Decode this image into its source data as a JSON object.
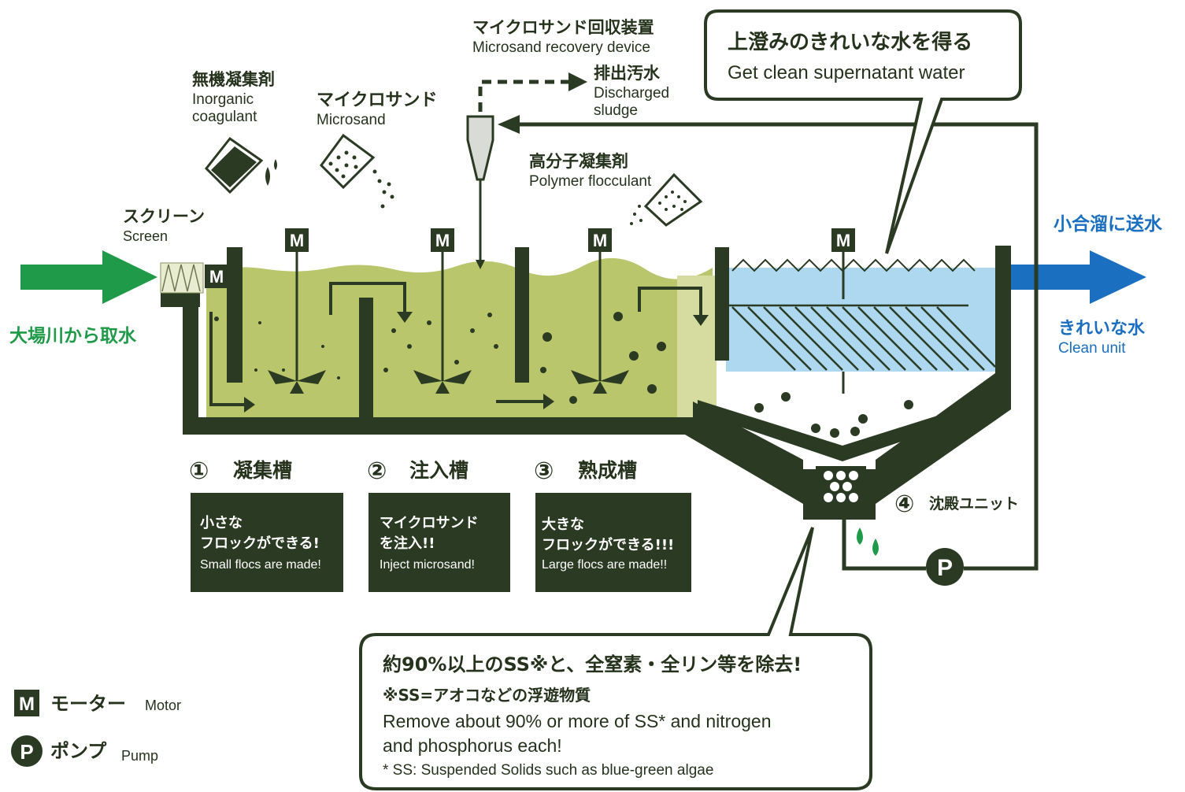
{
  "colors": {
    "dark_green": "#2b3a22",
    "tank_fill": "#b7c46a",
    "tank_fill_light": "#d8dfa4",
    "intake_green": "#1f9a48",
    "outlet_blue": "#1a6fc0",
    "clear_water": "#a9d6ee",
    "white": "#ffffff"
  },
  "labels": {
    "intake": "大場川から取水",
    "outlet": "小合溜に送水",
    "clean_unit_jp": "きれいな水",
    "clean_unit_en": "Clean unit",
    "screen_jp": "スクリーン",
    "screen_en": "Screen",
    "coagulant_jp": "無機凝集剤",
    "coagulant_en_1": "Inorganic",
    "coagulant_en_2": "coagulant",
    "microsand_jp": "マイクロサンド",
    "microsand_en": "Microsand",
    "recovery_jp": "マイクロサンド回収装置",
    "recovery_en": "Microsand recovery device",
    "sludge_jp": "排出汚水",
    "sludge_en_1": "Discharged",
    "sludge_en_2": "sludge",
    "polymer_jp": "高分子凝集剤",
    "polymer_en": "Polymer flocculant",
    "supernatant_jp": "上澄みのきれいな水を得る",
    "supernatant_en": "Get clean supernatant water",
    "motor_letter": "M",
    "pump_letter": "P"
  },
  "stages": [
    {
      "num": "①",
      "title": "凝集槽",
      "line1": "小さな",
      "line2": "フロックができる!",
      "line3": "Small flocs are made!"
    },
    {
      "num": "②",
      "title": "注入槽",
      "line1": "マイクロサンド",
      "line2": "を注入!!",
      "line3": "Inject microsand!"
    },
    {
      "num": "③",
      "title": "熟成槽",
      "line1": "大きな",
      "line2": "フロックができる!!!",
      "line3": "Large flocs are made!!"
    }
  ],
  "settling": {
    "num": "④",
    "title": "沈殿ユニット"
  },
  "note": {
    "line1": "約90%以上のSS※と、全窒素・全リン等を除去!",
    "line2": "※SS=アオコなどの浮遊物質",
    "line3": "Remove about 90% or more of SS* and nitrogen",
    "line4": "and phosphorus each!",
    "line5": "* SS: Suspended Solids such as blue-green algae"
  },
  "legend": {
    "motor_jp": "モーター",
    "motor_en": "Motor",
    "pump_jp": "ポンプ",
    "pump_en": "Pump"
  }
}
